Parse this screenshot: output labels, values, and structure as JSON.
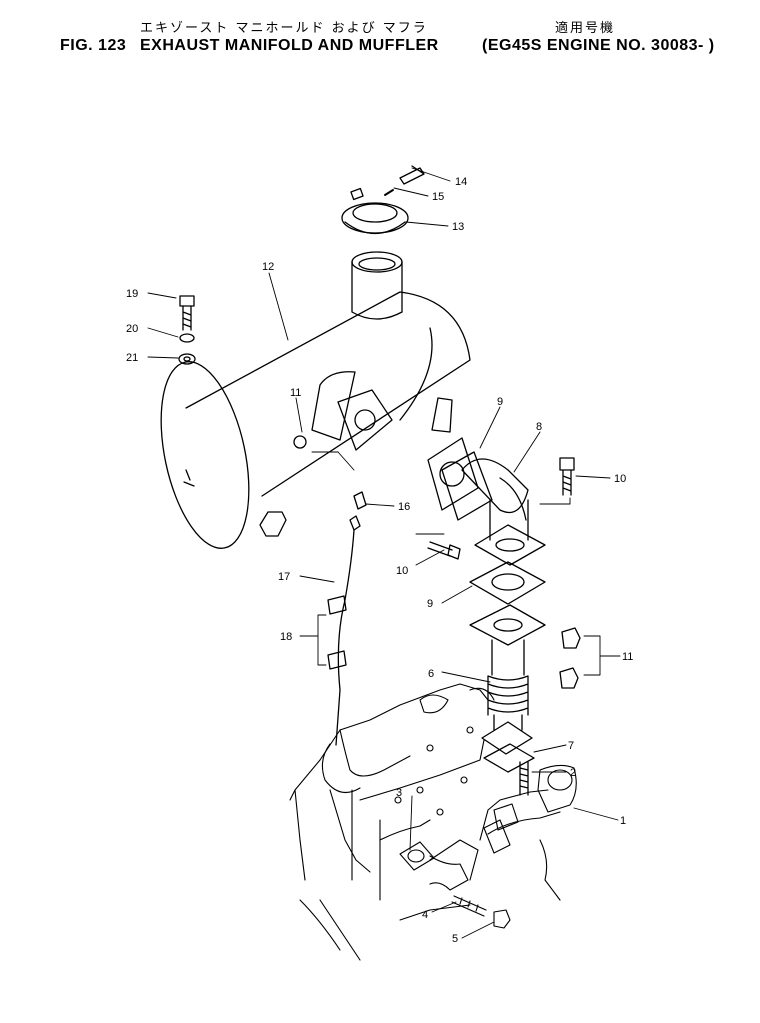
{
  "header": {
    "jp_title": "エキゾースト マニホールド および マフラ",
    "jp_applicability": "適用号機",
    "fig_label": "FIG. 123",
    "title": "EXHAUST MANIFOLD AND MUFFLER",
    "applicability": "(EG45S ENGINE NO. 30083- )"
  },
  "callouts": {
    "c1": "1",
    "c2": "2",
    "c3": "3",
    "c4": "4",
    "c5": "5",
    "c6": "6",
    "c7": "7",
    "c8": "8",
    "c9a": "9",
    "c9b": "9",
    "c10a": "10",
    "c10b": "10",
    "c11a": "11",
    "c11b": "11",
    "c12": "12",
    "c13": "13",
    "c14": "14",
    "c15": "15",
    "c16": "16",
    "c17": "17",
    "c18": "18",
    "c19": "19",
    "c20": "20",
    "c21": "21"
  }
}
